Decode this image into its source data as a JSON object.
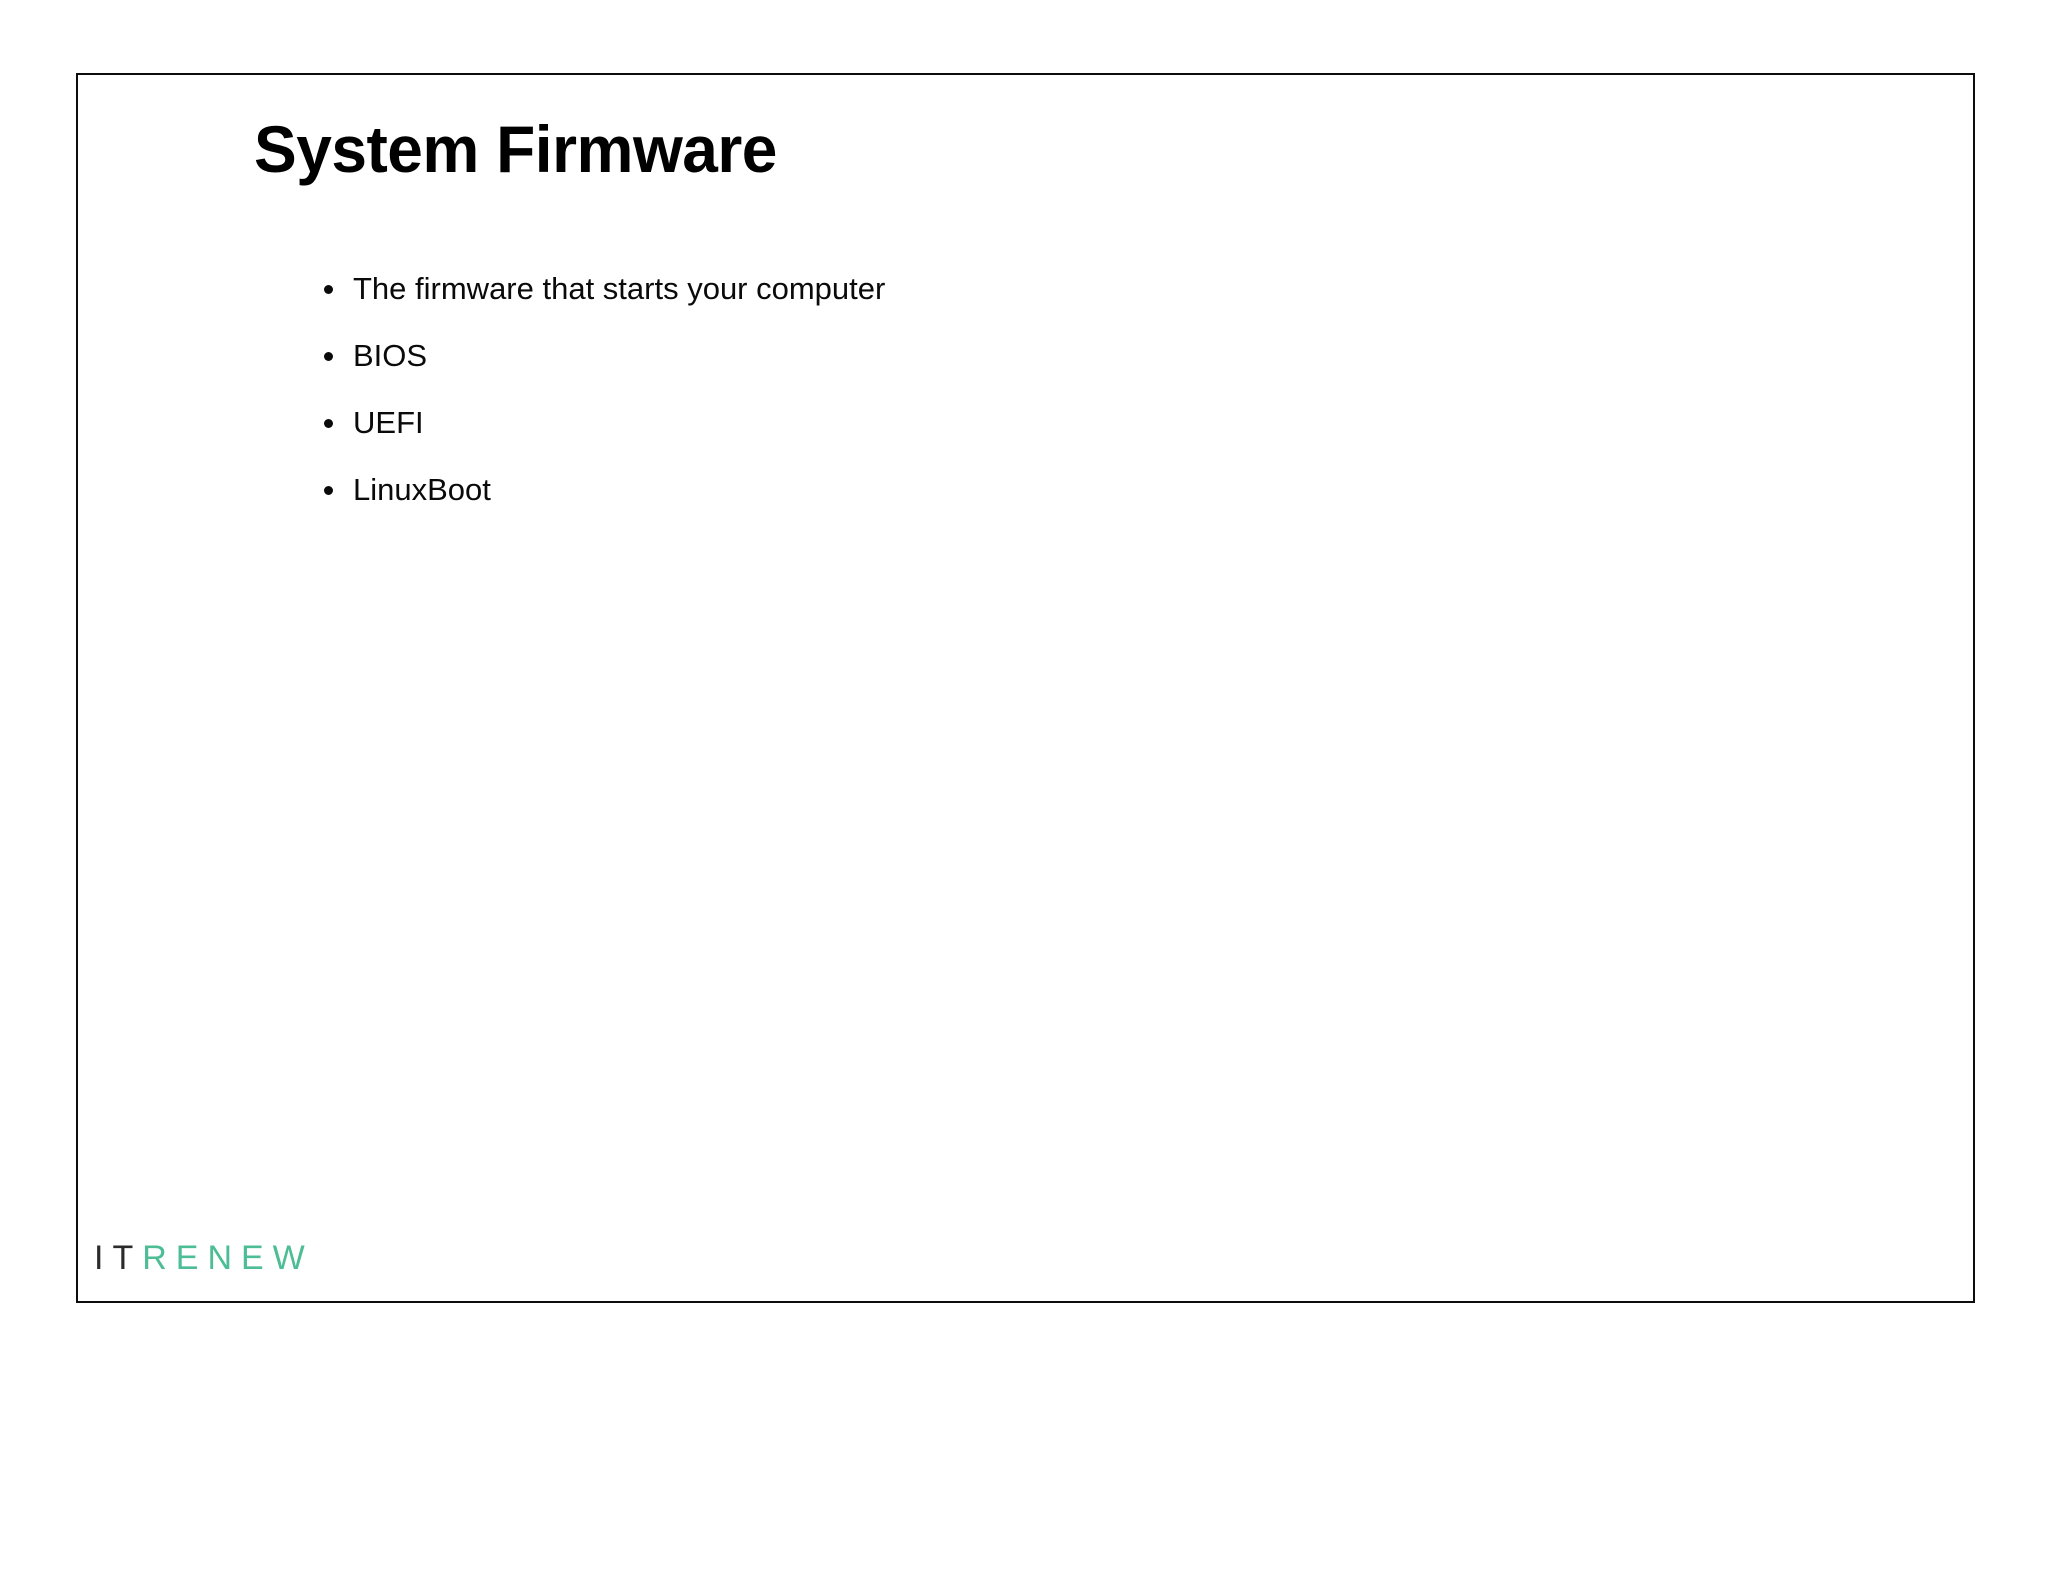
{
  "document": {
    "type": "presentation-slide",
    "background_color": "#ffffff",
    "frame_border_color": "#0d0d0d"
  },
  "slide": {
    "title": "System Firmware",
    "title_color": "#000000",
    "bullets": [
      {
        "text": "The firmware that starts your computer"
      },
      {
        "text": "BIOS"
      },
      {
        "text": "UEFI"
      },
      {
        "text": "LinuxBoot"
      }
    ],
    "bullet_marker": "disc",
    "body_text_color": "#0a0a0a"
  },
  "footer": {
    "logo": {
      "full_text": "ITRENEW",
      "part_dark": "IT",
      "part_accent": "RENEW",
      "dark_color": "#2b2b2b",
      "accent_color": "#4cbd95"
    }
  }
}
